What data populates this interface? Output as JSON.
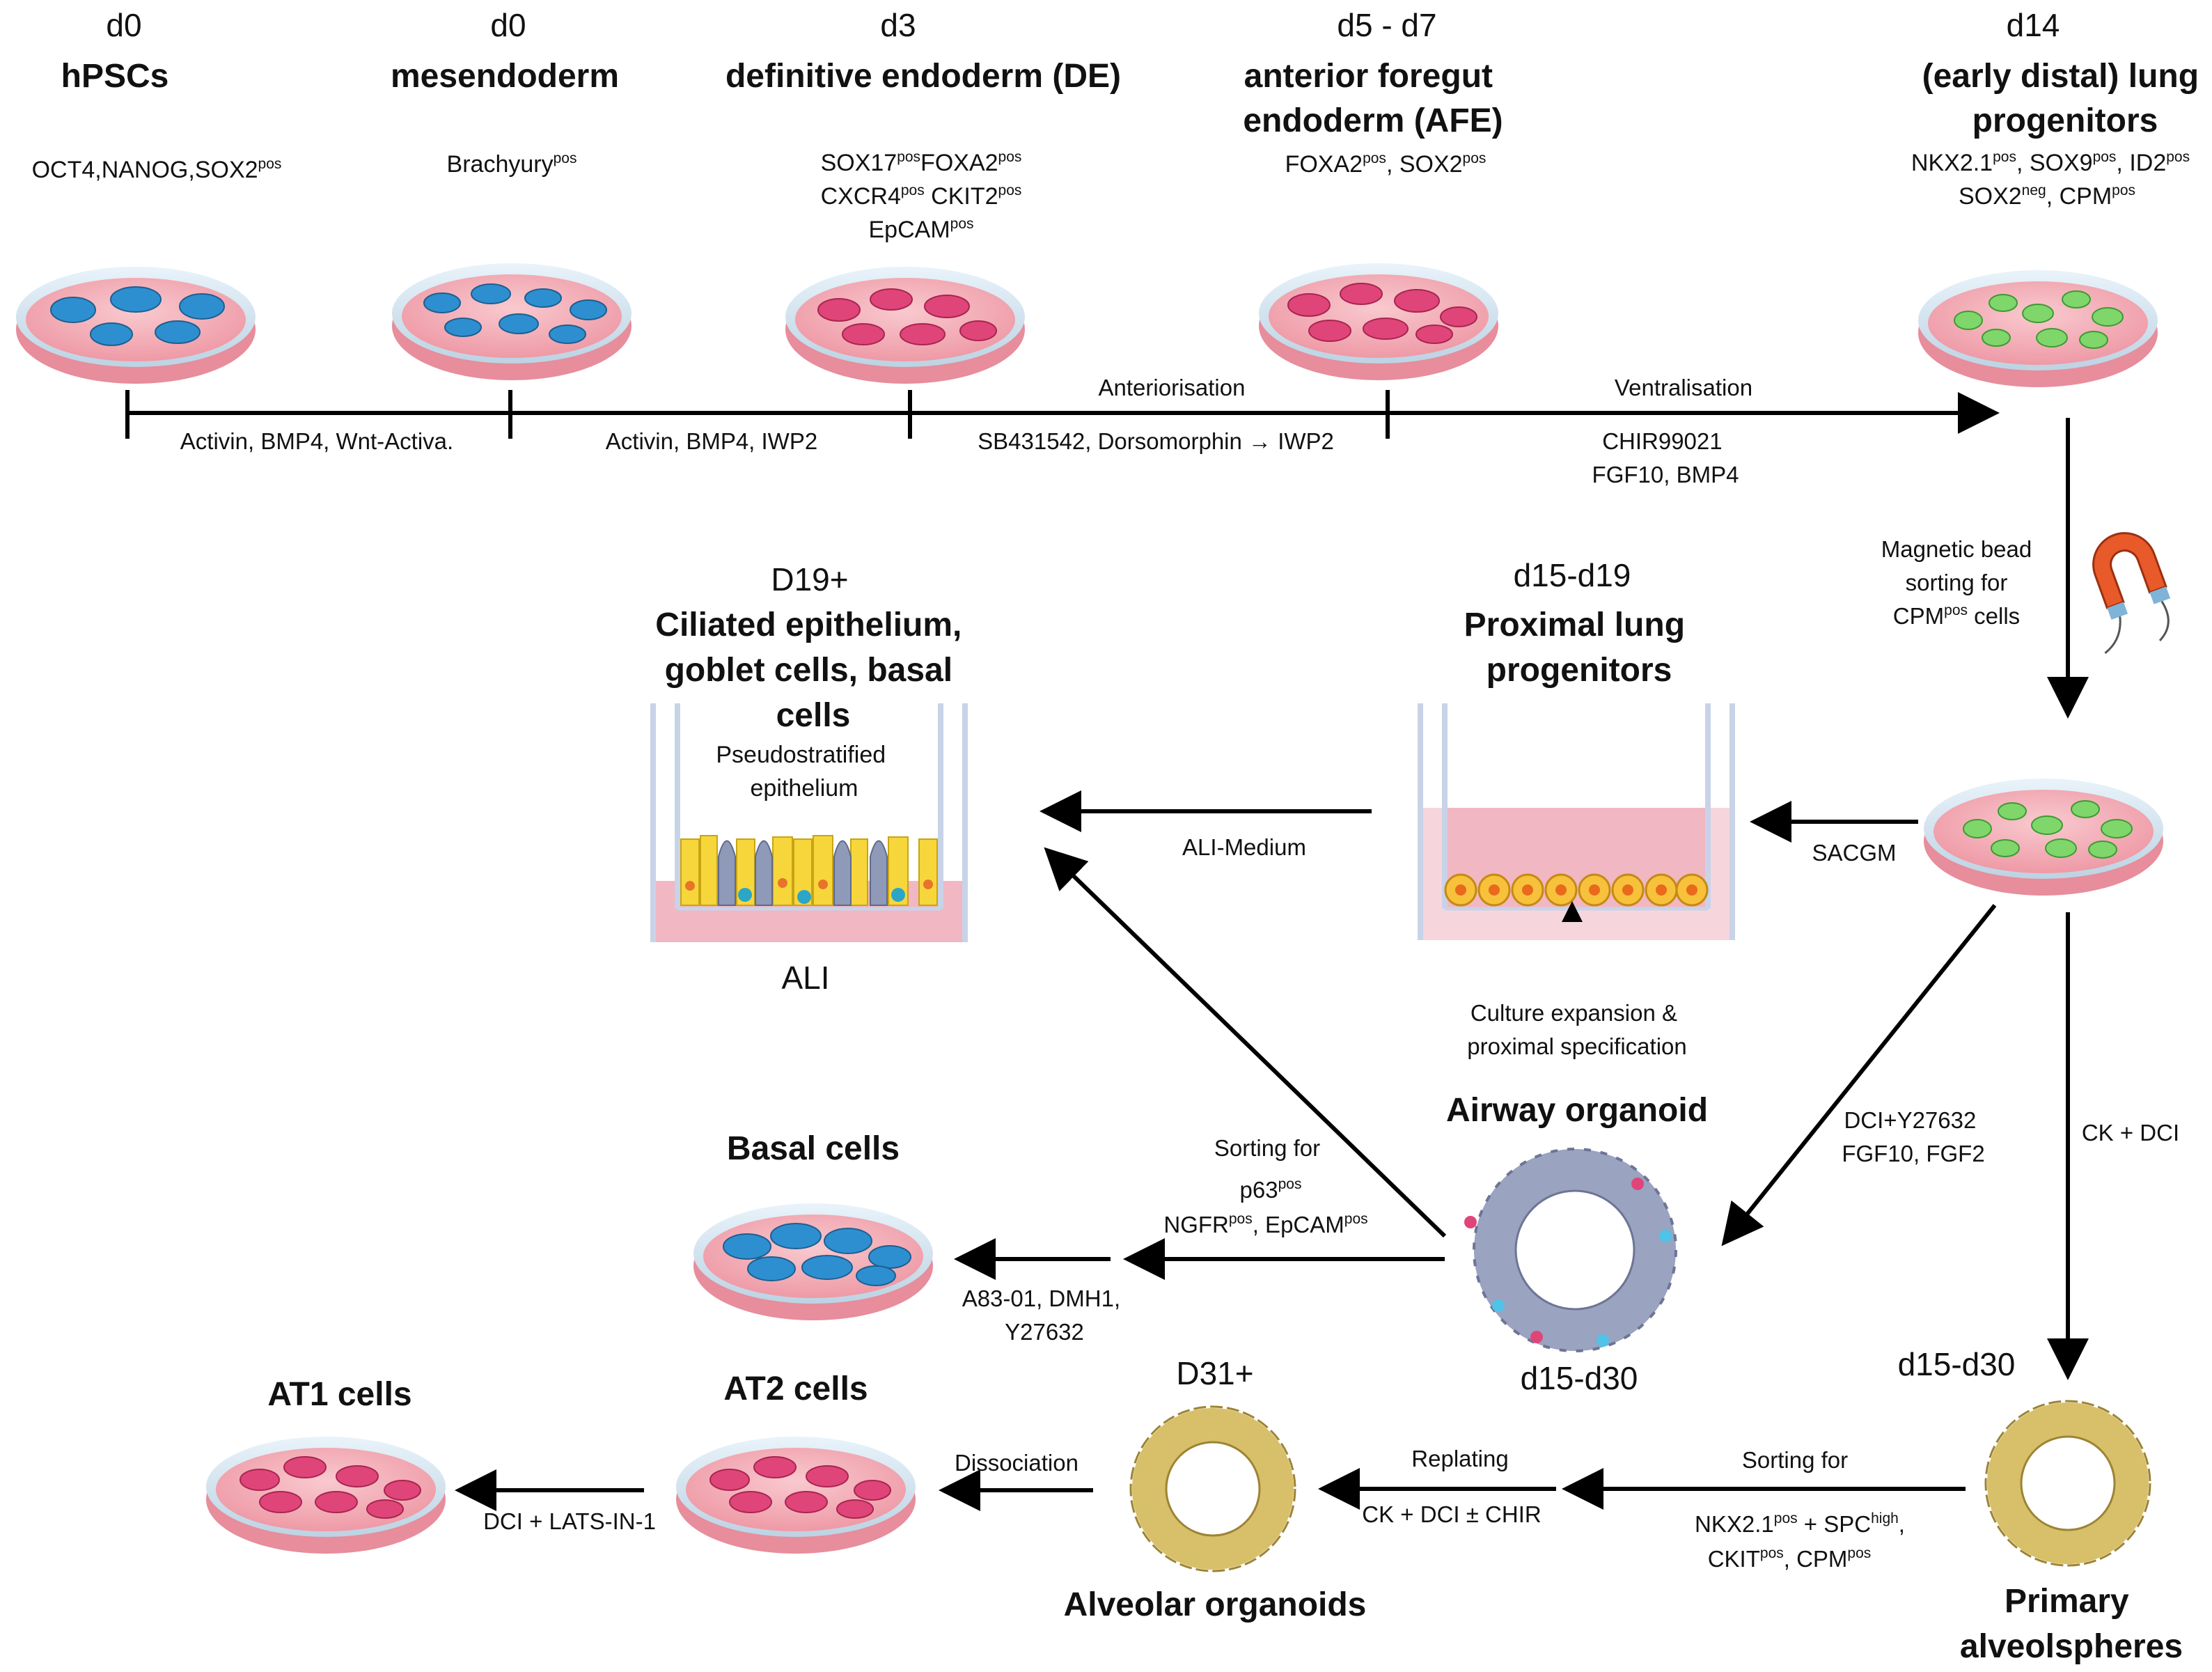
{
  "stages": [
    {
      "day": "d0",
      "title": [
        "hPSCs"
      ],
      "markers": [
        [
          [
            "OCT4,NANOG,SOX2",
            ""
          ],
          [
            "pos",
            "sup"
          ]
        ]
      ]
    },
    {
      "day": "d0",
      "title": [
        "mesendoderm"
      ],
      "markers": [
        [
          [
            "Brachyury",
            ""
          ],
          [
            "pos",
            "sup"
          ]
        ]
      ]
    },
    {
      "day": "d3",
      "title": [
        "definitive endoderm (DE)"
      ],
      "markers": [
        [
          [
            "SOX17",
            ""
          ],
          [
            "pos",
            "sup"
          ],
          [
            "FOXA2",
            ""
          ],
          [
            "pos",
            "sup"
          ]
        ],
        [
          [
            "CXCR4",
            ""
          ],
          [
            "pos",
            "sup"
          ],
          [
            " CKIT2",
            ""
          ],
          [
            "pos",
            "sup"
          ]
        ],
        [
          [
            "EpCAM",
            ""
          ],
          [
            "pos",
            "sup"
          ]
        ]
      ]
    },
    {
      "day": "d5 - d7",
      "title": [
        "anterior foregut",
        "endoderm (AFE)"
      ],
      "markers": [
        [
          [
            "FOXA2",
            ""
          ],
          [
            "pos",
            "sup"
          ],
          [
            ", SOX2",
            ""
          ],
          [
            "pos",
            "sup"
          ]
        ]
      ]
    },
    {
      "day": "d14",
      "title": [
        "(early distal) lung",
        "progenitors"
      ],
      "markers": [
        [
          [
            "NKX2.1",
            ""
          ],
          [
            "pos",
            "sup"
          ],
          [
            ", SOX9",
            ""
          ],
          [
            "pos",
            "sup"
          ],
          [
            ", ID2",
            ""
          ],
          [
            "pos",
            "sup"
          ]
        ],
        [
          [
            "SOX2",
            ""
          ],
          [
            "neg",
            "sup"
          ],
          [
            ", CPM",
            ""
          ],
          [
            "pos",
            "sup"
          ]
        ]
      ]
    }
  ],
  "timeline": {
    "below": [
      [
        "Activin, BMP4, Wnt-Activa."
      ],
      [
        "Activin, BMP4, IWP2"
      ],
      [
        "SB431542, Dorsomorphin → IWP2"
      ],
      [
        "CHIR99021",
        "FGF10, BMP4"
      ]
    ],
    "above": [
      "Anteriorisation",
      "Ventralisation"
    ]
  },
  "magnetic": [
    [
      [
        "Magnetic bead",
        ""
      ]
    ],
    [
      [
        "sorting for",
        ""
      ]
    ],
    [
      [
        "CPM",
        ""
      ],
      [
        "pos",
        "sup"
      ],
      [
        " cells",
        ""
      ]
    ]
  ],
  "ali_group": {
    "day": "D19+",
    "title": [
      "Ciliated epithelium,",
      "goblet cells, basal",
      "cells"
    ],
    "inner": [
      "Pseudostratified",
      "epithelium"
    ],
    "label": "ALI"
  },
  "proximal": {
    "day": "d15-d19",
    "title": [
      "Proximal lung",
      "progenitors"
    ]
  },
  "arrows": {
    "ali_medium": "ALI-Medium",
    "sacgm": "SACGM",
    "culture": [
      "Culture expansion &",
      "proximal specification"
    ],
    "dci_airway": [
      "DCI+Y27632",
      "FGF10, FGF2"
    ],
    "ck_dci": "CK + DCI",
    "sorting_p63": [
      [
        [
          "Sorting for",
          ""
        ]
      ],
      [
        [
          "p63",
          ""
        ],
        [
          "pos",
          "sup"
        ]
      ],
      [
        [
          "NGFR",
          ""
        ],
        [
          "pos",
          "sup"
        ],
        [
          ", EpCAM",
          ""
        ],
        [
          "pos",
          "sup"
        ]
      ]
    ],
    "basal_conditions": [
      "A83-01, DMH1,",
      "Y27632"
    ],
    "replating": "Replating",
    "replating_cond": "CK + DCI ± CHIR",
    "sorting_alveo_title": "Sorting for",
    "sorting_alveo": [
      [
        [
          "NKX2.1",
          ""
        ],
        [
          "pos",
          "sup"
        ],
        [
          " + SPC",
          ""
        ],
        [
          "high",
          "sup"
        ],
        [
          ",",
          ""
        ]
      ],
      [
        [
          "CKIT",
          ""
        ],
        [
          "pos",
          "sup"
        ],
        [
          ", CPM",
          ""
        ],
        [
          "pos",
          "sup"
        ]
      ]
    ],
    "dissociation": "Dissociation",
    "at1_cond": "DCI + LATS-IN-1"
  },
  "airway": {
    "title": "Airway organoid",
    "day": "d15-d30"
  },
  "basal": {
    "title": "Basal cells"
  },
  "alveolar": {
    "day": "D31+",
    "title": "Alveolar organoids"
  },
  "primary": {
    "day": "d15-d30",
    "title": [
      "Primary",
      "alveolspheres"
    ]
  },
  "at2": {
    "title": "AT2 cells"
  },
  "at1": {
    "title": "AT1 cells"
  },
  "colors": {
    "dish_pink": "#f2a9b1",
    "dish_rim": "#cfe3f0",
    "blue_cells": "#2e8fd0",
    "pink_cells": "#e0457a",
    "green_cells": "#7fd66b",
    "yellow_cells": "#f7d63c",
    "alveo_cells": "#d8bf6a",
    "airway_cells": "#8f99b8",
    "arrow": "#000000"
  }
}
